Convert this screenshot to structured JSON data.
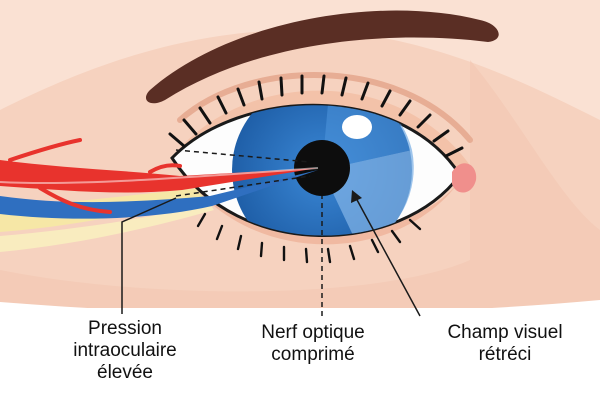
{
  "labels": {
    "pressure": {
      "line1": "Pression",
      "line2": "intraoculaire",
      "line3": "élevée"
    },
    "nerve": {
      "line1": "Nerf optique",
      "line2": "comprimé"
    },
    "field": {
      "line1": "Champ visuel",
      "line2": "rétréci"
    }
  },
  "colors": {
    "skin": "#f6d2bf",
    "skin_light": "#fae1d3",
    "eyebrow": "#5a2e24",
    "iris": "#2f79c9",
    "iris_light": "#7fb2e6",
    "pupil": "#0d0d0d",
    "artery": "#e8332d",
    "vein": "#2f6fc0",
    "nerve": "#f6e7a6",
    "label_band": "#ffffff"
  },
  "icons": [
    "eye-illustration",
    "optic-nerve-icon",
    "blood-vessel-icon"
  ]
}
